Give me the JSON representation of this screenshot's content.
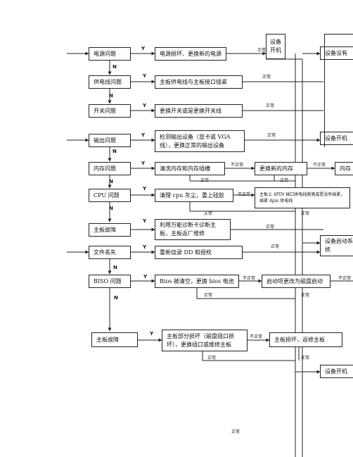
{
  "left_boxes": [
    "电源问题",
    "供电线问题",
    "开关问题",
    "输出问题",
    "内存问题",
    "CPU 问题",
    "主板故障",
    "文件丢失",
    "BISO 问题",
    "主板故障"
  ],
  "mid_boxes": [
    "电源损坏、更换新的电源",
    "主板供电线与主板接口插紧",
    "更换开关或是更换开关线",
    "检测输出设备（显卡或 VGA 线），更换正常的输出设备",
    "清洗内存和内存插槽",
    "清理 cpu 灰尘，重上硅胶",
    "利用万能诊断卡诊断主板，主板返厂维修",
    "重新烧录 DD 和授权",
    "Bios 被清空，更换 bios 电池",
    "主板部分损坏（磁盘插口损坏），更换插口或维修主板"
  ],
  "third_boxes": {
    "replace_memory": "更换新的内存",
    "pin_power": "主板上 4PIN 插口供电线脱落或是没有插紧，插紧 4pin 供电线",
    "boot_disk": "启动项更改为磁盘启动",
    "board_repair": "主板损坏，返修主板"
  },
  "right_boxes": {
    "device_boot": "设备开机",
    "no_display": "设备没有",
    "boot_ok": "设备开机",
    "memory": "内存",
    "start_system": "设备启动系统",
    "boot_final": "设备开机"
  },
  "labels": {
    "yes": "Y",
    "no": "N",
    "normal": "正常",
    "abnormal": "不正常"
  }
}
